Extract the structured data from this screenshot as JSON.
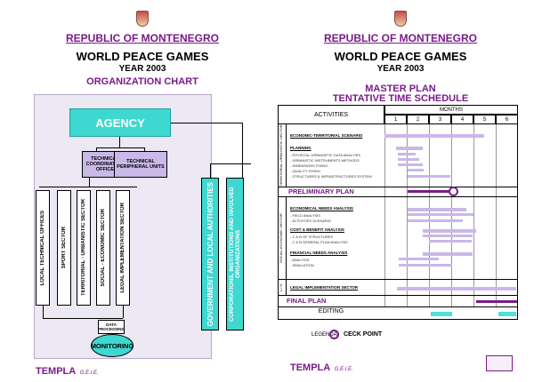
{
  "left": {
    "republic": "REPUBLIC OF MONTENEGRO",
    "title": "WORLD PEACE GAMES",
    "year": "YEAR 2003",
    "subtitle": "ORGANIZATION CHART",
    "agency": "AGENCY",
    "tech_coord": "TECHNICAL COORDINATION OFFICE",
    "tech_periph": "TECHNICAL PERIPHERAL UNITS",
    "sectors": [
      "LOCAL TECHNICAL OFFICES",
      "SPORT SECTOR",
      "TERRITORIAL - URBANISTIC SECTOR",
      "SOCIAL - ECONOMIC SECTOR",
      "LEGAL IMPLEMENTATION SECTOR"
    ],
    "gov": "GOVERNMENT AND LOCAL AUTHORITIES",
    "corp": "CORPORATIONS, INSTITUTIONS AND INVOLVED ORGANIZATIONS",
    "data_proc": "DATA PROCESSING",
    "monitoring": "MONITORING",
    "templa": "TEMPLA",
    "geie": "G.E.I.E."
  },
  "right": {
    "republic": "REPUBLIC OF MONTENEGRO",
    "title": "WORLD PEACE GAMES",
    "year": "YEAR 2003",
    "subtitle1": "MASTER PLAN",
    "subtitle2": "TENTATIVE TIME SCHEDULE",
    "activities": "ACTIVITIES",
    "months": "MONTHS",
    "month_nums": [
      "1",
      "2",
      "3",
      "4",
      "5",
      "6"
    ],
    "territorial_label": "TERRITORIAL-URBANISTIC SECTOR",
    "social_label": "SOCIAL-ECONOMIC SECTOR",
    "lis_label": "L.I.S.",
    "rows": {
      "econ_terr": "ECONOMIC-TERRITORIAL SCENARIO",
      "planning": "PLANNING",
      "p1": "- PHYSICAL-URBANISTIC DATA ANALYSIS",
      "p2": "- URBANISTIC INSTRUMENTS METHODS",
      "p3": "- DIMENSIONS FIXING",
      "p4": "- QUALITY FIXING",
      "p5": "- STRUCTURES & INFRASTRUCTURES SYSTEM",
      "prelim": "PRELIMINARY PLAN",
      "econ_needs": "ECONOMICAL NEEDS ANALYSIS",
      "e1": "- FIELD ANALYSIS",
      "e2": "- ACTIVITIES SCENARIO",
      "cost": "COST & BENEFIT ANALYSIS",
      "c1": "- C & B OF STRUCTURES",
      "c2": "- C & B GENERAL PLAN ANALYSIS",
      "fin": "FINANCIAL NEEDS ANALYSIS",
      "f1": "- ANALYSIS",
      "f2": "- SIMULATION",
      "legal": "LEGAL IMPLEMENTATION SECTOR",
      "final": "FINAL PLAN",
      "editing": "EDITING"
    },
    "legenda": "LEGENDA:",
    "check_point": "CECK POINT",
    "templa": "TEMPLA",
    "geie": "G.E.I.E."
  },
  "colors": {
    "accent": "#7a1a8a",
    "teal": "#4fe0d8",
    "agency": "#3ed8d0",
    "lilac": "#c9b8e8",
    "panel": "#ece8f4"
  }
}
